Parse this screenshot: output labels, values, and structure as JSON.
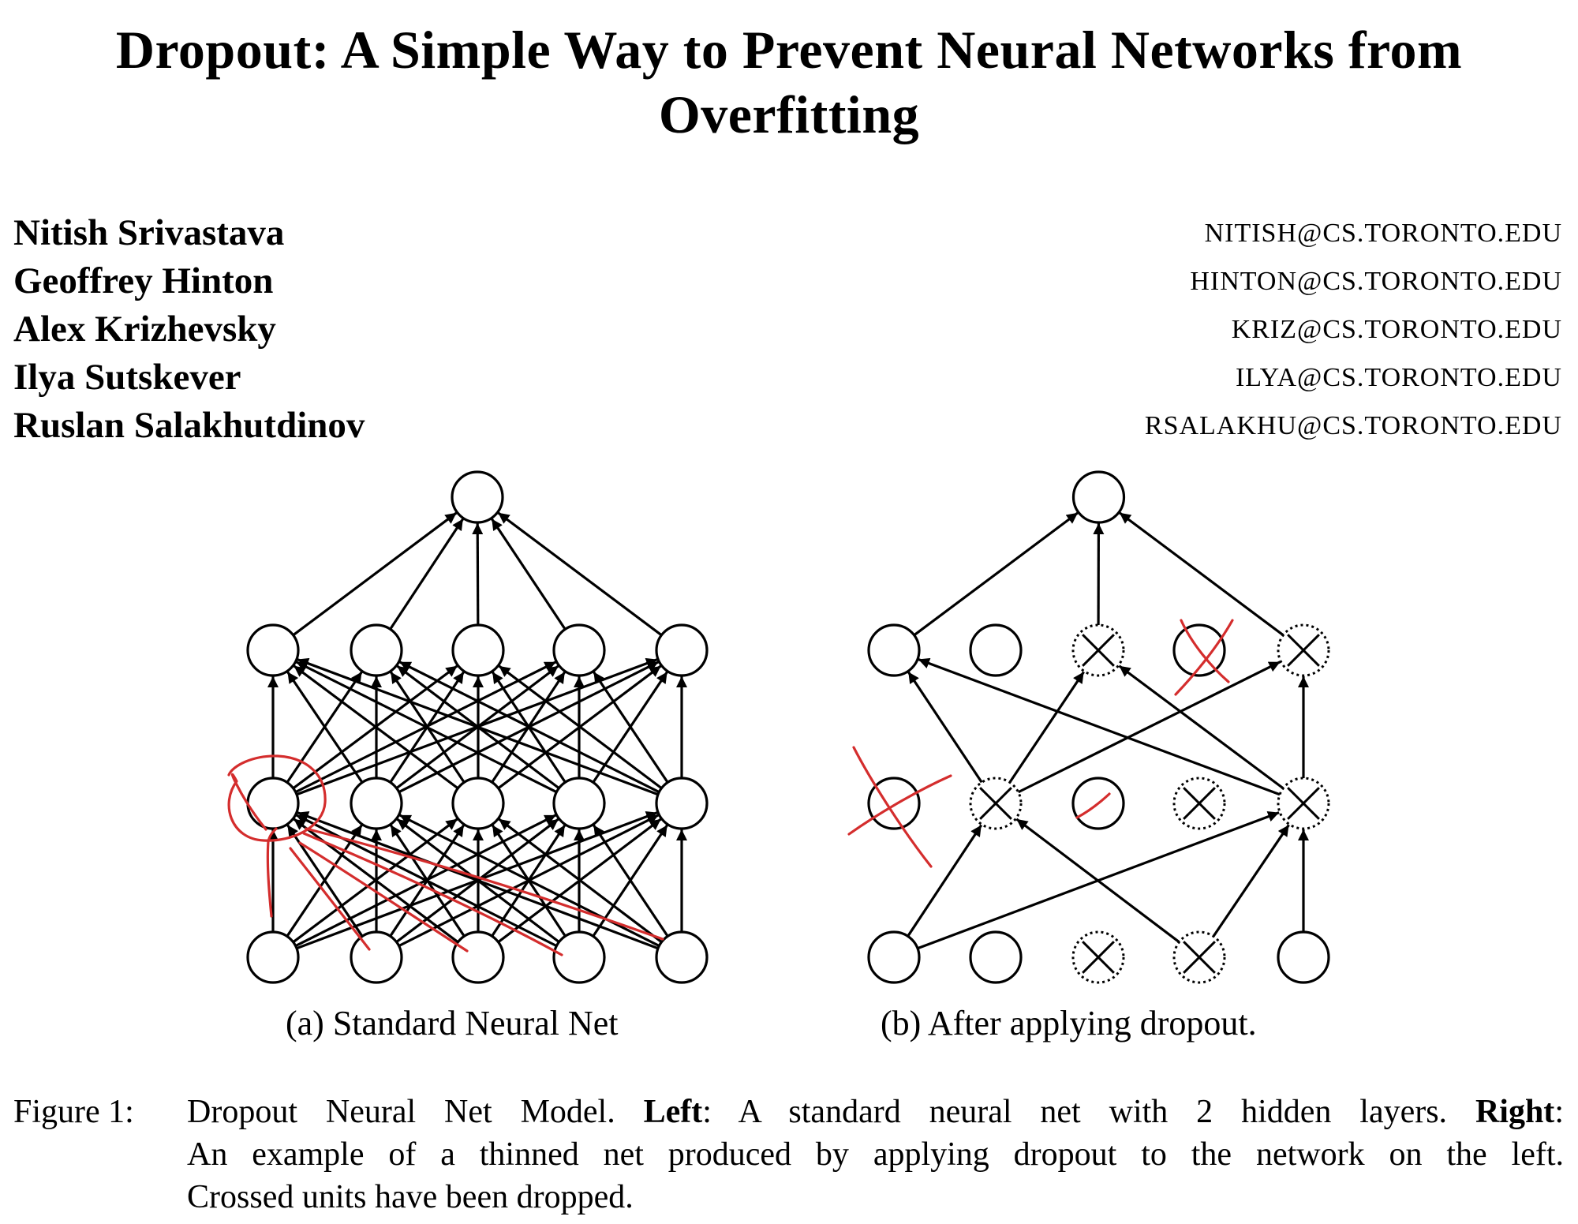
{
  "paper": {
    "title_line1": "Dropout: A Simple Way to Prevent Neural Networks from",
    "title_line2": "Overfitting",
    "authors": [
      {
        "name": "Nitish Srivastava",
        "email": "NITISH@CS.TORONTO.EDU"
      },
      {
        "name": "Geoffrey Hinton",
        "email": "HINTON@CS.TORONTO.EDU"
      },
      {
        "name": "Alex Krizhevsky",
        "email": "KRIZ@CS.TORONTO.EDU"
      },
      {
        "name": "Ilya Sutskever",
        "email": "ILYA@CS.TORONTO.EDU"
      },
      {
        "name": "Ruslan Salakhutdinov",
        "email": "RSALAKHU@CS.TORONTO.EDU"
      }
    ]
  },
  "figure": {
    "subcaption_a": "(a) Standard Neural Net",
    "subcaption_b": "(b) After applying dropout.",
    "caption": {
      "label": "Figure 1:",
      "line1_a": "Dropout Neural Net Model. ",
      "line1_b": "Left",
      "line1_c": ": A standard neural net with 2 hidden layers. ",
      "line1_d": "Right",
      "line1_e": ":",
      "line2": "An example of a thinned net produced by applying dropout to the network on the left.",
      "line3": "Crossed units have been dropped."
    },
    "network_a": {
      "layer_sizes": [
        5,
        5,
        5,
        1
      ],
      "fully_connected": true
    },
    "network_b": {
      "layer_sizes": [
        5,
        5,
        5,
        1
      ],
      "dropped_units": {
        "input": [
          2,
          3
        ],
        "hidden1": [
          1,
          3,
          4
        ],
        "hidden2": [
          2,
          4
        ]
      }
    },
    "colors": {
      "ink": "#000000",
      "annotation": "#d42d2d"
    }
  }
}
